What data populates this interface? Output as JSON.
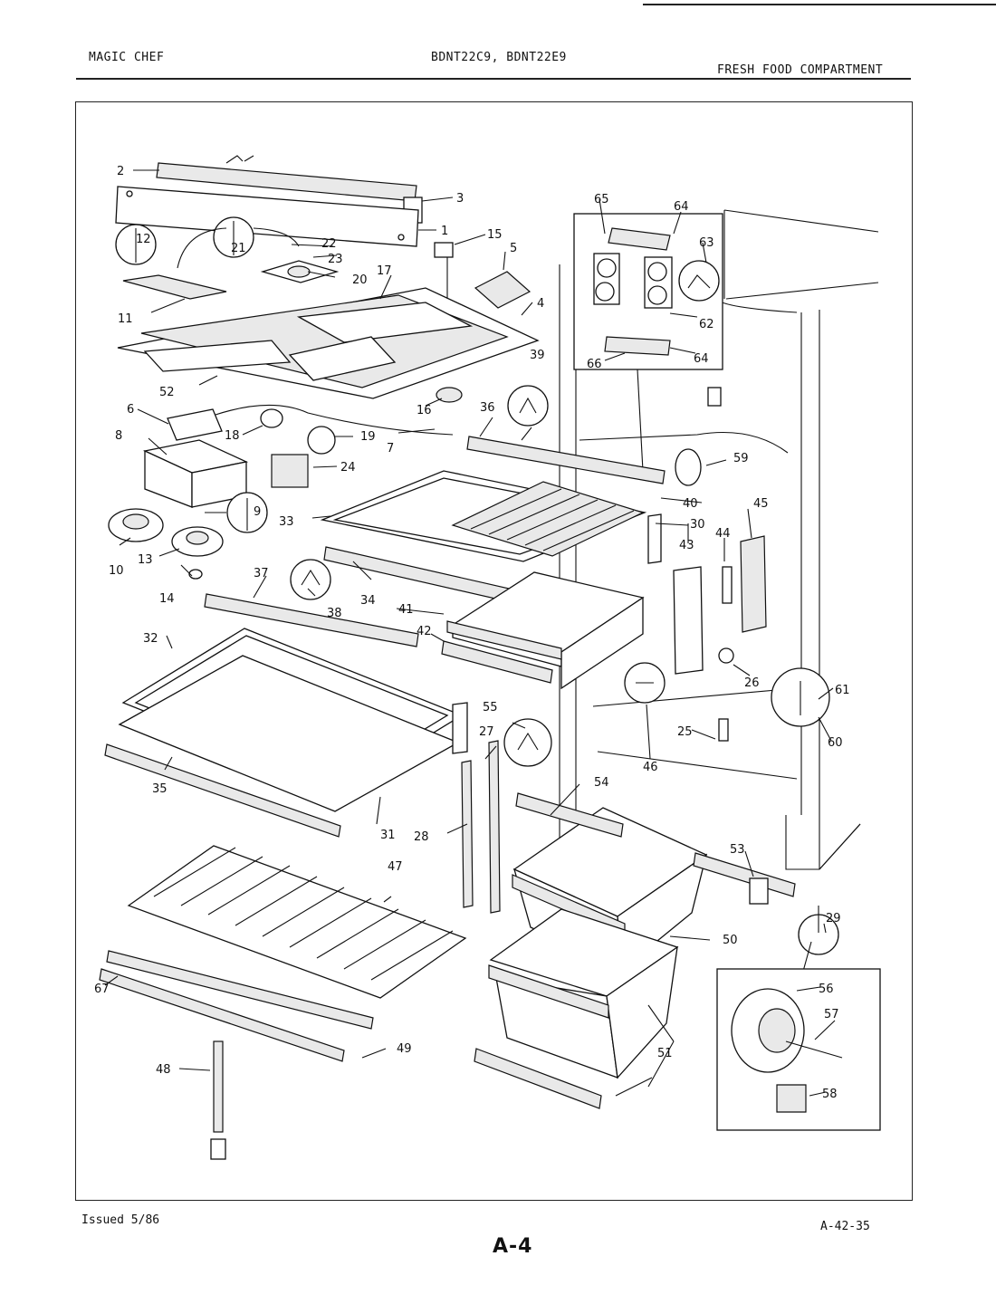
{
  "header": {
    "brand": "MAGIC CHEF",
    "models": "BDNT22C9, BDNT22E9",
    "section": "FRESH FOOD COMPARTMENT"
  },
  "footer": {
    "issued": "Issued 5/86",
    "doc_code": "A-42-35",
    "page": "A-4"
  },
  "callouts": {
    "c1": "1",
    "c2": "2",
    "c3": "3",
    "c4": "4",
    "c5": "5",
    "c6": "6",
    "c7": "7",
    "c8": "8",
    "c9": "9",
    "c10": "10",
    "c11": "11",
    "c12": "12",
    "c13": "13",
    "c14": "14",
    "c15": "15",
    "c16": "16",
    "c17": "17",
    "c18": "18",
    "c19": "19",
    "c20": "20",
    "c21": "21",
    "c22": "22",
    "c23": "23",
    "c24": "24",
    "c25": "25",
    "c26": "26",
    "c27": "27",
    "c28": "28",
    "c29": "29",
    "c30": "30",
    "c31": "31",
    "c32": "32",
    "c33": "33",
    "c34": "34",
    "c35": "35",
    "c36": "36",
    "c37": "37",
    "c38": "38",
    "c39": "39",
    "c40": "40",
    "c41": "41",
    "c42": "42",
    "c43": "43",
    "c44": "44",
    "c45": "45",
    "c46": "46",
    "c47": "47",
    "c48": "48",
    "c49": "49",
    "c50": "50",
    "c51": "51",
    "c52": "52",
    "c53": "53",
    "c54": "54",
    "c55": "55",
    "c56": "56",
    "c57": "57",
    "c58": "58",
    "c59": "59",
    "c60": "60",
    "c61": "61",
    "c62": "62",
    "c63": "63",
    "c64a": "64",
    "c64b": "64",
    "c65": "65",
    "c66": "66",
    "c67": "67"
  }
}
